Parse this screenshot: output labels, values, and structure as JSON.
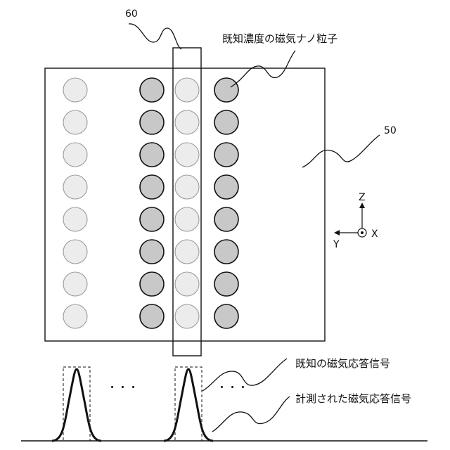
{
  "labels": {
    "ref_60": "60",
    "ref_50": "50",
    "nanoparticles": "既知濃度の磁気ナノ粒子",
    "known_signal": "既知の磁気応答信号",
    "measured_signal": "計測された磁気応答信号",
    "ellipsis_1": "・・・",
    "ellipsis_2": "・・・"
  },
  "axes": {
    "z": "Z",
    "y": "Y",
    "x": "X"
  },
  "grid": {
    "rows": 8,
    "columns": [
      {
        "shade": "light"
      },
      {
        "shade": "dark"
      },
      {
        "shade": "light"
      },
      {
        "shade": "dark"
      }
    ]
  },
  "colors": {
    "light_fill": "#ececec",
    "light_stroke": "#9a9a9a",
    "dark_fill": "#c8c8c8",
    "dark_stroke": "#111111",
    "line": "#111111"
  }
}
